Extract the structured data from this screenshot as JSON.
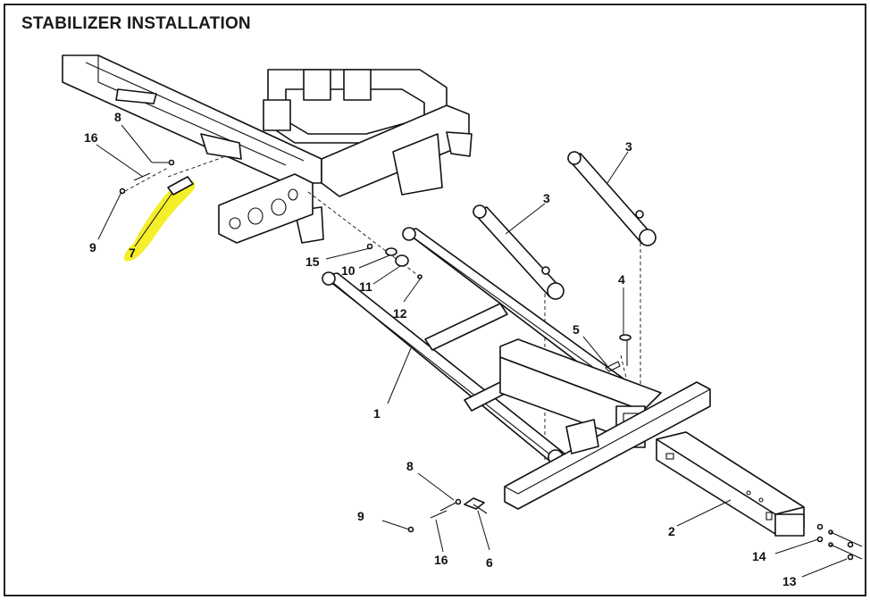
{
  "title": "STABILIZER INSTALLATION",
  "callouts": [
    "1",
    "2",
    "3",
    "3",
    "4",
    "5",
    "6",
    "7",
    "8",
    "8",
    "9",
    "9",
    "10",
    "11",
    "12",
    "13",
    "14",
    "15",
    "16",
    "16"
  ],
  "colors": {
    "highlight": "#f5ef2a",
    "line": "#111111"
  }
}
